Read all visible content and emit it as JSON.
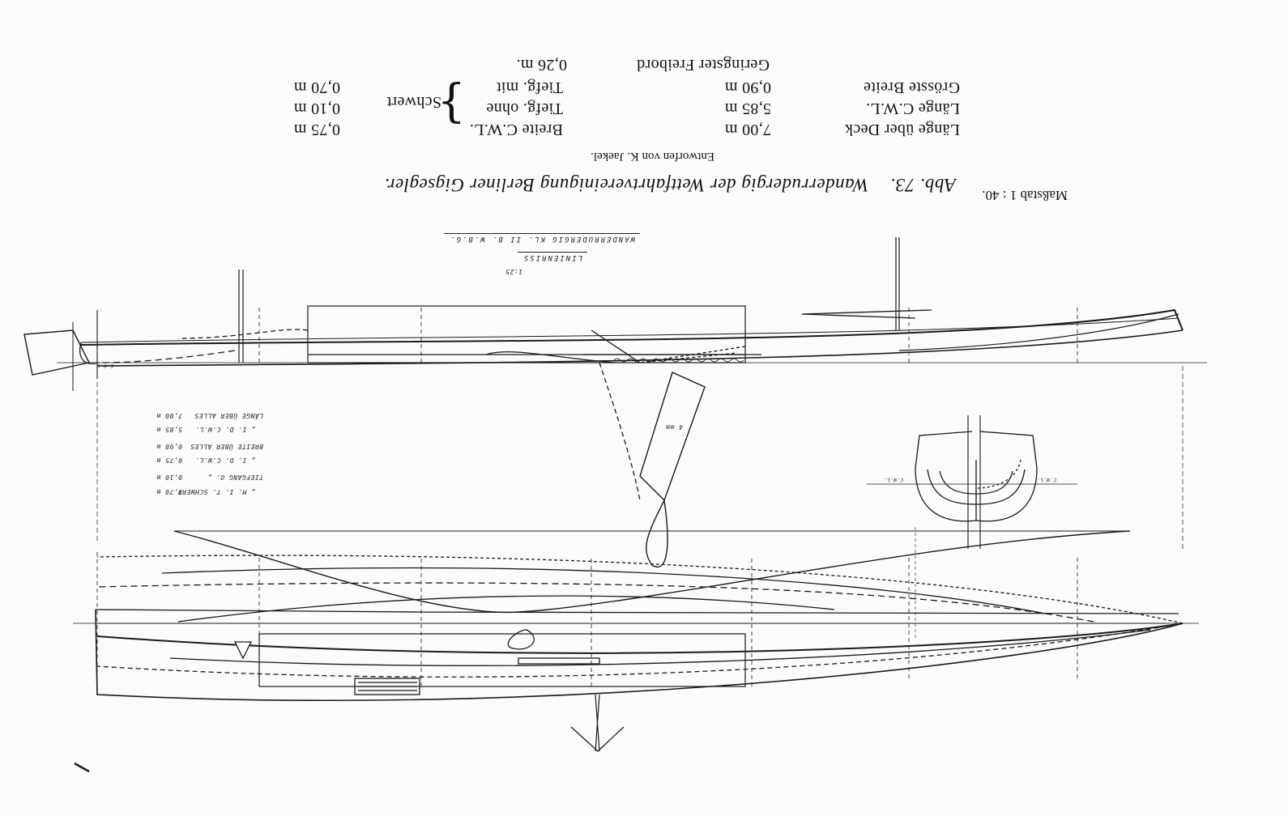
{
  "caption": {
    "scale": "Maßstab 1 : 40.",
    "figure": "Abb. 73.",
    "title": "Wanderrudergig der Wettfahrtvereinigung Berliner Gigsegler.",
    "designer": "Entworfen von K. Jaekel."
  },
  "specs": [
    {
      "label": "Länge über Deck",
      "value": "7,00 m"
    },
    {
      "label": "Länge C.W.L.",
      "value": "5,85 m"
    },
    {
      "label": "Grösste Breite",
      "value": "0,90 m"
    },
    {
      "label": "Breite C.W.L.",
      "value": "0,75 m"
    },
    {
      "label": "Tiefg. ohne",
      "value": "0,10 m"
    },
    {
      "label": "Tiefg. mit",
      "value": "0,70 m"
    },
    {
      "label": "Schwert",
      "value": ""
    },
    {
      "label": "Geringster Freibord",
      "value": "0,26 m."
    }
  ],
  "drawing": {
    "title_line1": "WANDERRUDERGIG KL. II B. W.B.G.",
    "title_line2": "LINIENRISS",
    "title_scale": "1:25",
    "dim_table": [
      {
        "label": "LÄNGE ÜBER ALLES",
        "value": "7,00 m"
      },
      {
        "label": "„ I. D. C.W.L.",
        "value": "5,85 m"
      },
      {
        "label": "BREITE ÜBER ALLES",
        "value": "0,90 m"
      },
      {
        "label": "„ I. D. C.W.L.",
        "value": "0,75 m"
      },
      {
        "label": "TIEFGANG O. „",
        "value": "0,10 m"
      },
      {
        "label": "„ M. I. T. SCHWERT",
        "value": "0,70 m"
      }
    ],
    "section_labels": {
      "cwl_left": "C.W.L.",
      "cwl_right": "C.W.L."
    },
    "board_label": "4 mm",
    "profile_cwl": "C.W.L."
  }
}
